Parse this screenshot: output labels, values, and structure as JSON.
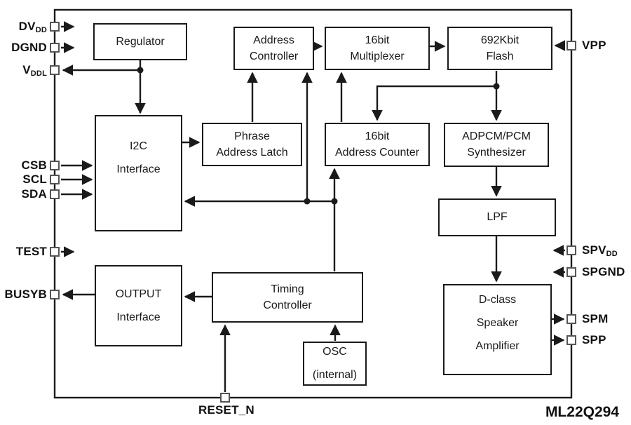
{
  "part_number": "ML22Q294",
  "blocks": {
    "regulator": {
      "lines": [
        "Regulator"
      ]
    },
    "address_controller": {
      "lines": [
        "Address",
        "Controller"
      ]
    },
    "multiplexer_16bit": {
      "lines": [
        "16bit",
        "Multiplexer"
      ]
    },
    "flash_692kbit": {
      "lines": [
        "692Kbit",
        "Flash"
      ]
    },
    "i2c_interface": {
      "lines": [
        "I2C",
        "Interface"
      ]
    },
    "phrase_address_latch": {
      "lines": [
        "Phrase",
        "Address Latch"
      ]
    },
    "address_counter_16bit": {
      "lines": [
        "16bit",
        "Address Counter"
      ]
    },
    "adpcm_pcm_synthesizer": {
      "lines": [
        "ADPCM/PCM",
        "Synthesizer"
      ]
    },
    "lpf": {
      "lines": [
        "LPF"
      ]
    },
    "output_interface": {
      "lines": [
        "OUTPUT",
        "Interface"
      ]
    },
    "timing_controller": {
      "lines": [
        "Timing",
        "Controller"
      ]
    },
    "osc_internal": {
      "lines": [
        "OSC",
        "(internal)"
      ]
    },
    "d_class_speaker_amplifier": {
      "lines": [
        "D-class",
        "Speaker",
        "Amplifier"
      ]
    }
  },
  "pins": {
    "dvdd": {
      "main": "DV",
      "sub": "DD"
    },
    "dgnd": {
      "main": "DGND",
      "sub": ""
    },
    "vddl": {
      "main": "V",
      "sub": "DDL"
    },
    "csb": {
      "main": "CSB",
      "sub": ""
    },
    "scl": {
      "main": "SCL",
      "sub": ""
    },
    "sda": {
      "main": "SDA",
      "sub": ""
    },
    "test": {
      "main": "TEST",
      "sub": ""
    },
    "busyb": {
      "main": "BUSYB",
      "sub": ""
    },
    "vpp": {
      "main": "VPP",
      "sub": ""
    },
    "spvdd": {
      "main": "SPV",
      "sub": "DD"
    },
    "spgnd": {
      "main": "SPGND",
      "sub": ""
    },
    "spm": {
      "main": "SPM",
      "sub": ""
    },
    "spp": {
      "main": "SPP",
      "sub": ""
    },
    "reset_n": {
      "main": "RESET_N",
      "sub": ""
    }
  },
  "colors": {
    "line": "#1a1a1a",
    "background": "#ffffff",
    "text": "#1a1a1a"
  }
}
